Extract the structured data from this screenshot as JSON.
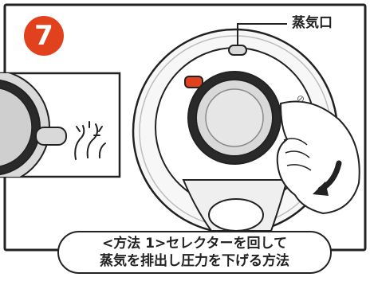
{
  "step": {
    "number": "7",
    "badge_color": "#e2411d"
  },
  "steam_vent_label": "蒸気口",
  "caption": {
    "line1": "<方法 1>セレクターを回して",
    "line2": "蒸気を排出し圧力を下げる方法"
  },
  "colors": {
    "outline": "#222222",
    "release_button": "#e2411d",
    "lid_gray": "#d9d9d9",
    "arrow": "#222222"
  }
}
